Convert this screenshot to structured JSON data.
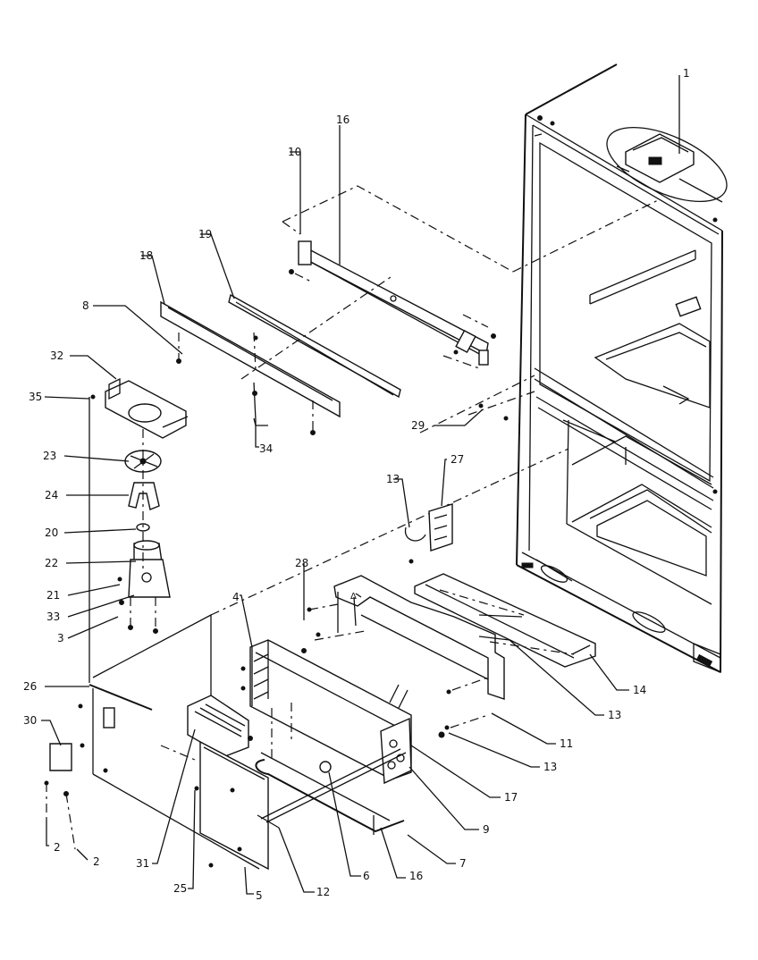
{
  "callouts": [
    {
      "id": "c1",
      "label": "1"
    },
    {
      "id": "c2a",
      "label": "2"
    },
    {
      "id": "c2b",
      "label": "2"
    },
    {
      "id": "c3",
      "label": "3"
    },
    {
      "id": "c4",
      "label": "4"
    },
    {
      "id": "c5",
      "label": "5"
    },
    {
      "id": "c6",
      "label": "6"
    },
    {
      "id": "c7",
      "label": "7"
    },
    {
      "id": "c8",
      "label": "8"
    },
    {
      "id": "c9",
      "label": "9"
    },
    {
      "id": "c10",
      "label": "10"
    },
    {
      "id": "c11",
      "label": "11"
    },
    {
      "id": "c12",
      "label": "12"
    },
    {
      "id": "c13a",
      "label": "13"
    },
    {
      "id": "c13b",
      "label": "13"
    },
    {
      "id": "c13c",
      "label": "13"
    },
    {
      "id": "c14",
      "label": "14"
    },
    {
      "id": "c16a",
      "label": "16"
    },
    {
      "id": "c16b",
      "label": "16"
    },
    {
      "id": "c17",
      "label": "17"
    },
    {
      "id": "c18",
      "label": "18"
    },
    {
      "id": "c19",
      "label": "19"
    },
    {
      "id": "c20",
      "label": "20"
    },
    {
      "id": "c21",
      "label": "21"
    },
    {
      "id": "c22",
      "label": "22"
    },
    {
      "id": "c23",
      "label": "23"
    },
    {
      "id": "c24",
      "label": "24"
    },
    {
      "id": "c25",
      "label": "25"
    },
    {
      "id": "c26",
      "label": "26"
    },
    {
      "id": "c27",
      "label": "27"
    },
    {
      "id": "c28",
      "label": "28"
    },
    {
      "id": "c29",
      "label": "29"
    },
    {
      "id": "c30",
      "label": "30"
    },
    {
      "id": "c31",
      "label": "31"
    },
    {
      "id": "c32",
      "label": "32"
    },
    {
      "id": "c33",
      "label": "33"
    },
    {
      "id": "c34",
      "label": "34"
    },
    {
      "id": "c35",
      "label": "35"
    }
  ]
}
